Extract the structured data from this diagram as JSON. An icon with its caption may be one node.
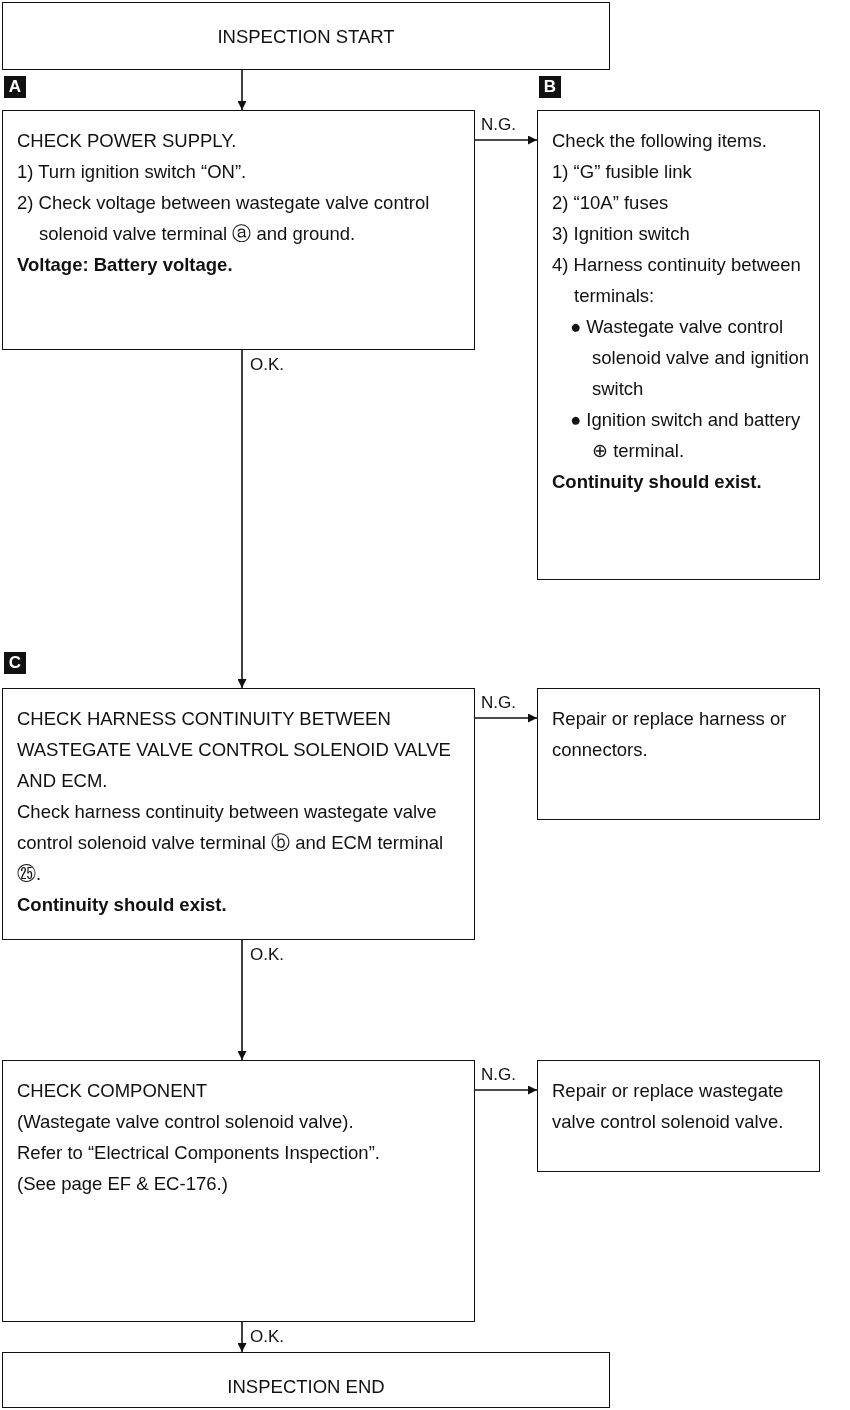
{
  "diagram": {
    "nodes": [
      {
        "text": [
          "INSPECTION START"
        ]
      },
      {
        "text": [
          "CHECK POWER SUPPLY.",
          "1) Turn ignition switch “ON”.",
          "2) Check voltage between wastegate valve control solenoid valve terminal ⓐ and ground.",
          "Voltage: Battery voltage."
        ]
      },
      {
        "text": [
          "Check the following items.",
          "1) “G” fusible link",
          "2) “10A” fuses",
          "3) Ignition switch",
          "4) Harness continuity between terminals:",
          "● Wastegate valve control solenoid valve and ignition switch",
          "● Ignition switch and battery ⊕ terminal.",
          "Continuity should exist."
        ]
      },
      {
        "text": [
          "CHECK HARNESS CONTINUITY BETWEEN WASTEGATE VALVE CONTROL SOLENOID VALVE AND ECM.",
          "Check harness continuity between wastegate valve control solenoid valve terminal ⓑ and ECM terminal ㉕.",
          "Continuity should exist."
        ]
      },
      {
        "text": [
          "Repair or replace harness or connectors."
        ]
      },
      {
        "text": [
          "CHECK COMPONENT",
          "(Wastegate valve control solenoid valve).",
          "Refer to “Electrical Components Inspection”.",
          "(See page EF & EC-176.)"
        ]
      },
      {
        "text": [
          "Repair or replace wastegate valve control solenoid valve."
        ]
      },
      {
        "text": [
          "INSPECTION END"
        ]
      }
    ],
    "edges": [
      {
        "from": 0,
        "to": 1,
        "arrow": "to"
      },
      {
        "from": 1,
        "to": 2,
        "arrow": "to",
        "label": "N.G."
      },
      {
        "from": 1,
        "to": 3,
        "arrow": "to",
        "label": "O.K."
      },
      {
        "from": 3,
        "to": 4,
        "arrow": "to",
        "label": "N.G."
      },
      {
        "from": 3,
        "to": 5,
        "arrow": "to",
        "label": "O.K."
      },
      {
        "from": 5,
        "to": 6,
        "arrow": "to",
        "label": "N.G."
      },
      {
        "from": 5,
        "to": 7,
        "arrow": "to",
        "label": "O.K."
      }
    ],
    "labels": [
      "A",
      "B",
      "C"
    ]
  }
}
